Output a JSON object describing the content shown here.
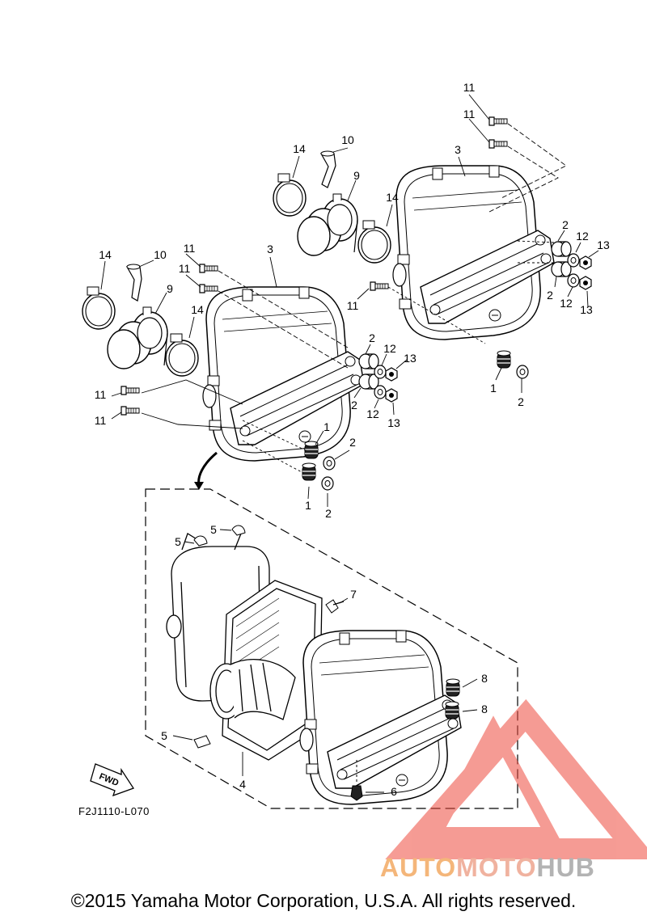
{
  "diagram": {
    "part_code": "F2J1110-L070",
    "fwd_label": "FWD",
    "copyright": "©2015 Yamaha Motor Corporation, U.S.A. All rights reserved.",
    "watermark": {
      "auto": "AUTO",
      "moto": "MOTO",
      "hub": "HUB"
    },
    "callouts": [
      "1",
      "2",
      "3",
      "4",
      "5",
      "6",
      "7",
      "8",
      "9",
      "10",
      "11",
      "12",
      "13",
      "14"
    ],
    "colors": {
      "line": "#000000",
      "watermark_red": "#ee4b3e",
      "watermark_orange": "#f4b67a",
      "watermark_gray": "#b3b3b3"
    }
  }
}
